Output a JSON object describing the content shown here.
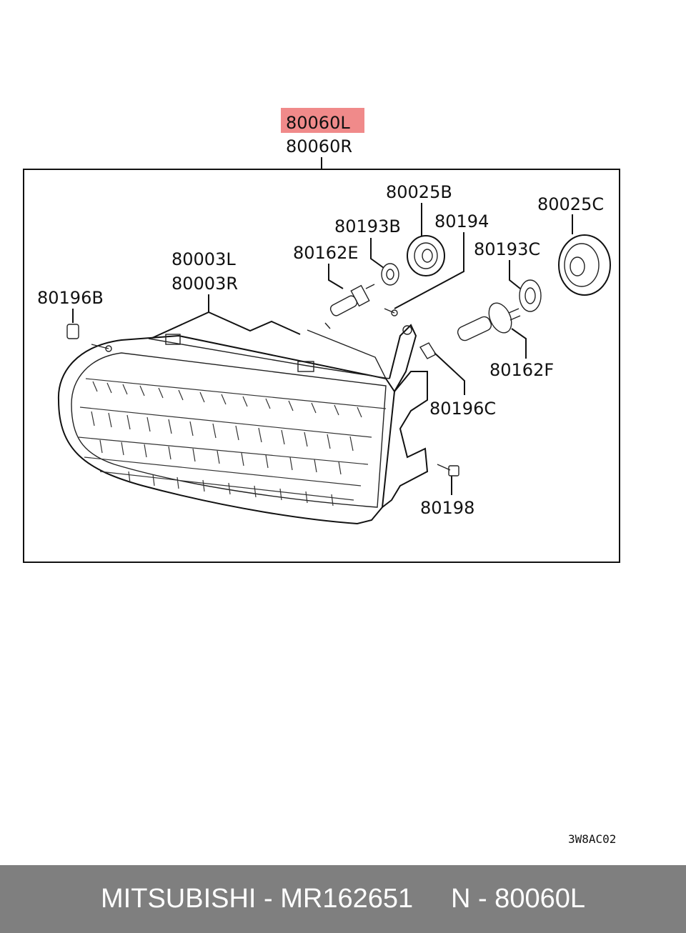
{
  "diagram": {
    "highlight_color": "#f08a8a",
    "highlighted_part": "80060L",
    "assembly_part_alt": "80060R",
    "parts": {
      "p80025B": "80025B",
      "p80194": "80194",
      "p80193B": "80193B",
      "p80162E": "80162E",
      "p80025C": "80025C",
      "p80193C": "80193C",
      "p80003L": "80003L",
      "p80003R": "80003R",
      "p80196B": "80196B",
      "p80162F": "80162F",
      "p80196C": "80196C",
      "p80198": "80198"
    },
    "figure_ref": "3W8AC02"
  },
  "footer": {
    "brand": "MITSUBISHI",
    "separator": " - ",
    "part_number": "MR162651",
    "gap": "     ",
    "ref_text": "N - 80060L"
  }
}
